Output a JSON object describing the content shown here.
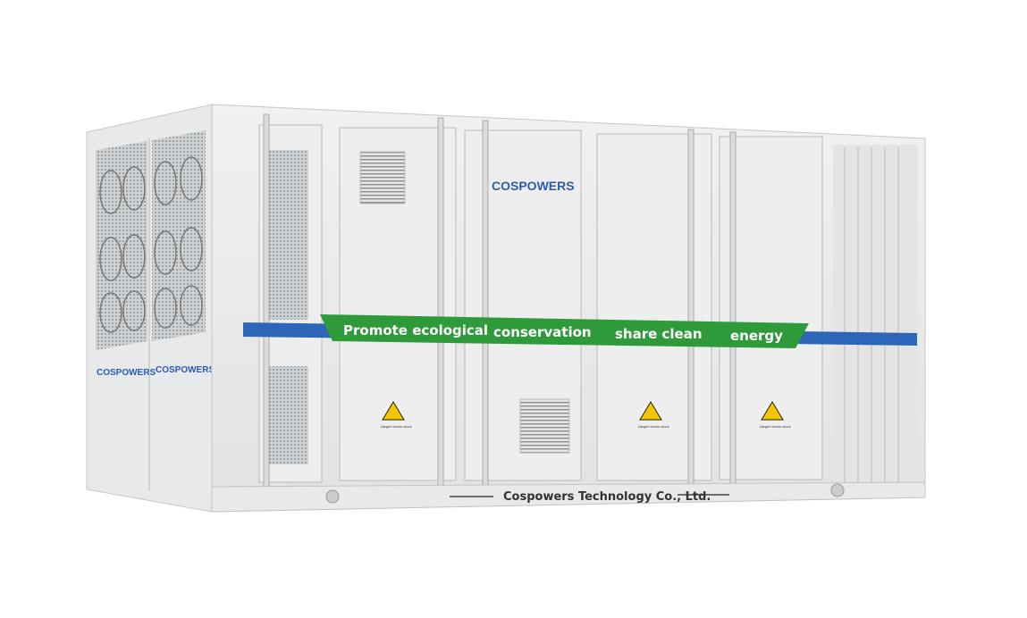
{
  "product": {
    "brand_logo": "COSPOWERS",
    "side_logos": [
      "COSPOWERS",
      "COSPOWERS"
    ],
    "banner_segments": [
      "Promote ecological",
      "conservation",
      "share clean",
      "energy"
    ],
    "manufacturer": "Cospowers Technology Co., Ltd.",
    "warning_label": "Danger! electric shock"
  },
  "colors": {
    "banner_green": "#2f9a3a",
    "stripe_blue": "#2d66b8",
    "brand_blue": "#2a5db0",
    "warning_yellow": "#f2c500"
  }
}
